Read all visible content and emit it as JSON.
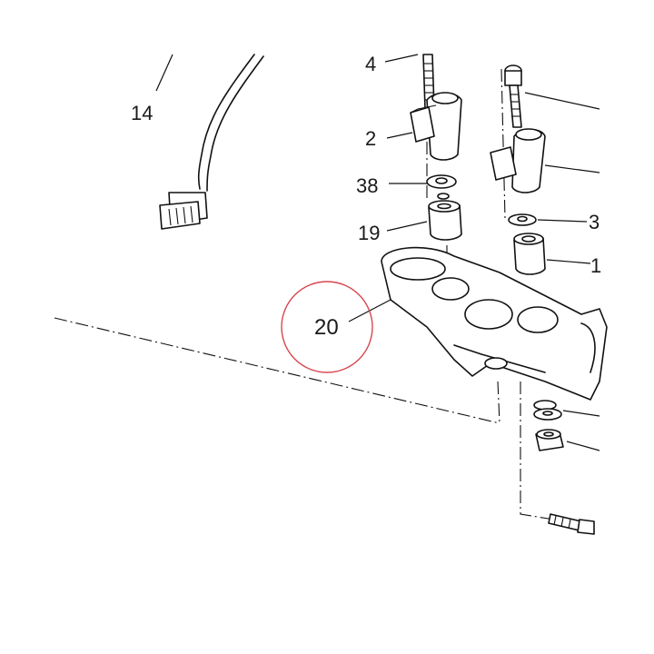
{
  "diagram": {
    "callouts": [
      {
        "id": "c14",
        "label": "14"
      },
      {
        "id": "c4",
        "label": "4"
      },
      {
        "id": "c2",
        "label": "2"
      },
      {
        "id": "c38",
        "label": "38"
      },
      {
        "id": "c19",
        "label": "19"
      },
      {
        "id": "c20",
        "label": "20"
      },
      {
        "id": "c3",
        "label": "3"
      },
      {
        "id": "c1",
        "label": "1"
      }
    ],
    "highlight_color": "#d9454e",
    "ink_color": "#111111"
  }
}
